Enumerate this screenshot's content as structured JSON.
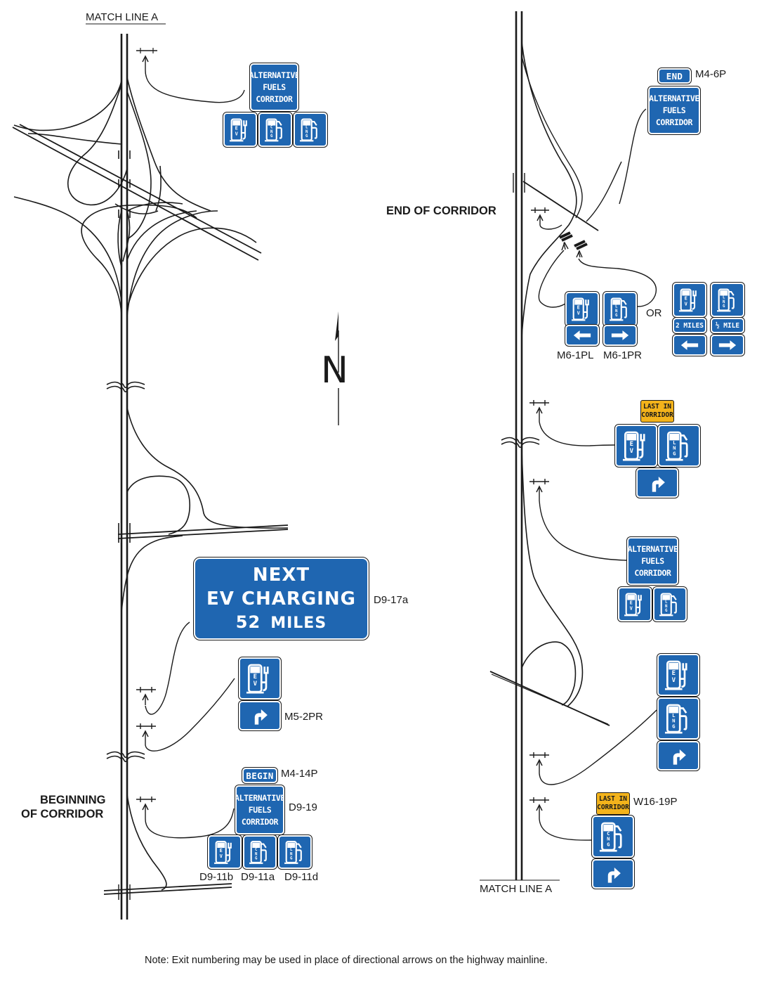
{
  "labels": {
    "match_line_top": "MATCH LINE A",
    "match_line_bottom": "MATCH LINE A",
    "end_of_corridor": "END OF CORRIDOR",
    "beginning_of_corridor_1": "BEGINNING",
    "beginning_of_corridor_2": "OF CORRIDOR",
    "north": "N",
    "or": "OR",
    "note": "Note:  Exit numbering may be used in place of directional arrows on the highway mainline."
  },
  "sign_codes": {
    "m4_6p": "M4-6P",
    "m6_1pl": "M6-1PL",
    "m6_1pr": "M6-1PR",
    "d9_17a": "D9-17a",
    "m5_2pr": "M5-2PR",
    "m4_14p": "M4-14P",
    "d9_19": "D9-19",
    "d9_11b": "D9-11b",
    "d9_11a": "D9-11a",
    "d9_11d": "D9-11d",
    "w16_19p": "W16-19P"
  },
  "alt_fuels": {
    "line1": "ALTERNATIVE",
    "line2": "FUELS",
    "line3": "CORRIDOR"
  },
  "plaques": {
    "end": "END",
    "begin": "BEGIN"
  },
  "last_in_corridor": {
    "line1": "LAST IN",
    "line2": "CORRIDOR"
  },
  "distance_plaques": {
    "ev": "2 MILES",
    "lng": "½ MILE"
  },
  "fuel_letters": {
    "ev": "EV",
    "cng": "CNG",
    "lng": "LNG"
  },
  "guide_sign": {
    "line1": "NEXT",
    "line2": "EV CHARGING",
    "distance": "52",
    "unit": "MILES"
  },
  "colors": {
    "sign_blue": "#1f66b1",
    "warning_yellow": "#f3b31b",
    "line": "#1a1a1a"
  }
}
